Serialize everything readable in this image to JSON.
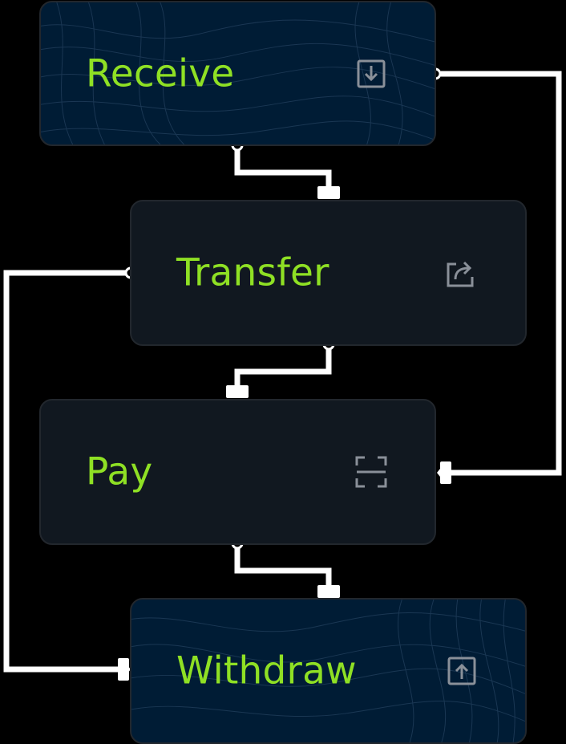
{
  "steps": [
    {
      "label": "Receive",
      "icon": "download-icon",
      "style": "navy"
    },
    {
      "label": "Transfer",
      "icon": "share-icon",
      "style": "dark"
    },
    {
      "label": "Pay",
      "icon": "scan-icon",
      "style": "dark"
    },
    {
      "label": "Withdraw",
      "icon": "upload-icon",
      "style": "navy"
    }
  ],
  "colors": {
    "label": "#8fe024",
    "connector": "#ffffff",
    "icon": "#8a9099",
    "card_dark": "#111820",
    "card_navy": "#001c35",
    "background": "#000000"
  }
}
